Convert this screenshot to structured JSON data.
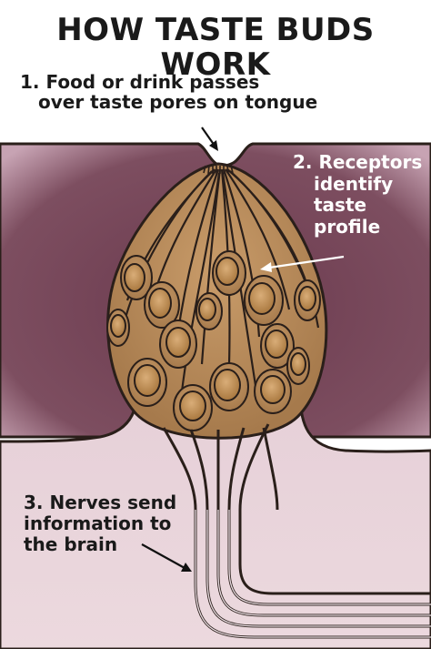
{
  "title": "HOW TASTE BUDS WORK",
  "steps": {
    "step1": {
      "line1": "1. Food or drink passes",
      "line2": "over taste pores on tongue"
    },
    "step2": {
      "line1": "2. Receptors",
      "line2": "identify",
      "line3": "taste",
      "line4": "profile"
    },
    "step3": {
      "line1": "3. Nerves send",
      "line2": "information to",
      "line3": "the brain"
    }
  },
  "colors": {
    "tongue_tissue": "#7a4a5c",
    "tongue_edge_glow": "#c9a6b6",
    "lower_tissue": "#ead6dc",
    "bud_cells": "#b88a5a",
    "cell_nucleus": "#c79a68",
    "outline": "#2a1f1a",
    "step2_text": "#ffffff"
  }
}
